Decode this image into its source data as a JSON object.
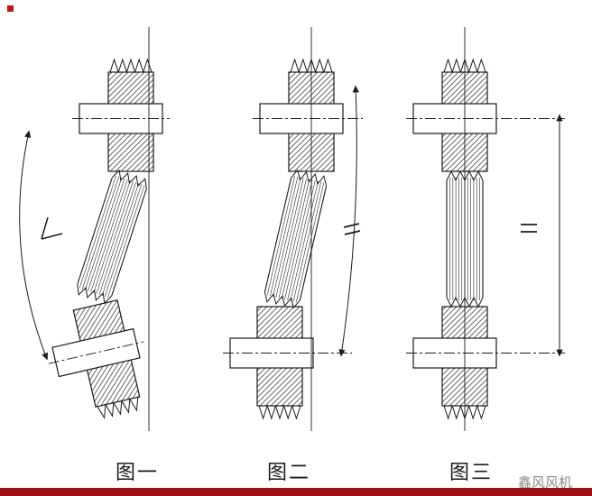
{
  "figures": [
    {
      "label": "图一",
      "annotation_icon": "angle-arc-icon"
    },
    {
      "label": "图二",
      "annotation_icon": "parallel-marks-icon"
    },
    {
      "label": "图三",
      "annotation_icon": "parallel-marks-icon"
    }
  ],
  "watermark": {
    "text": "鑫风风机",
    "color": "#8a8a8a"
  },
  "colors": {
    "line": "#1a1a1a",
    "hatch": "#4d4d4d",
    "footer_bar": "#9d1212",
    "top_marker": "#c0181c",
    "background": "#ffffff"
  }
}
